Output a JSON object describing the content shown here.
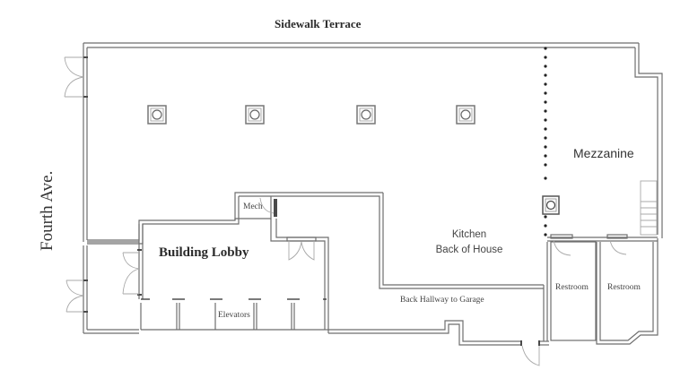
{
  "plan": {
    "title": "Sidewalk Terrace",
    "street": "Fourth Ave.",
    "colors": {
      "wall": "#6e6e6e",
      "wall_dark": "#333333",
      "door_swing": "#a8a8a8",
      "text": "#333333",
      "background": "#ffffff"
    },
    "rooms": {
      "mezzanine": "Mezzanine",
      "kitchen_line1": "Kitchen",
      "kitchen_line2": "Back of House",
      "lobby": "Building Lobby",
      "mech": "Mech",
      "elevators": "Elevators",
      "back_hallway": "Back Hallway to Garage",
      "restroom_1": "Restroom",
      "restroom_2": "Restroom"
    },
    "columns_count": 5
  }
}
